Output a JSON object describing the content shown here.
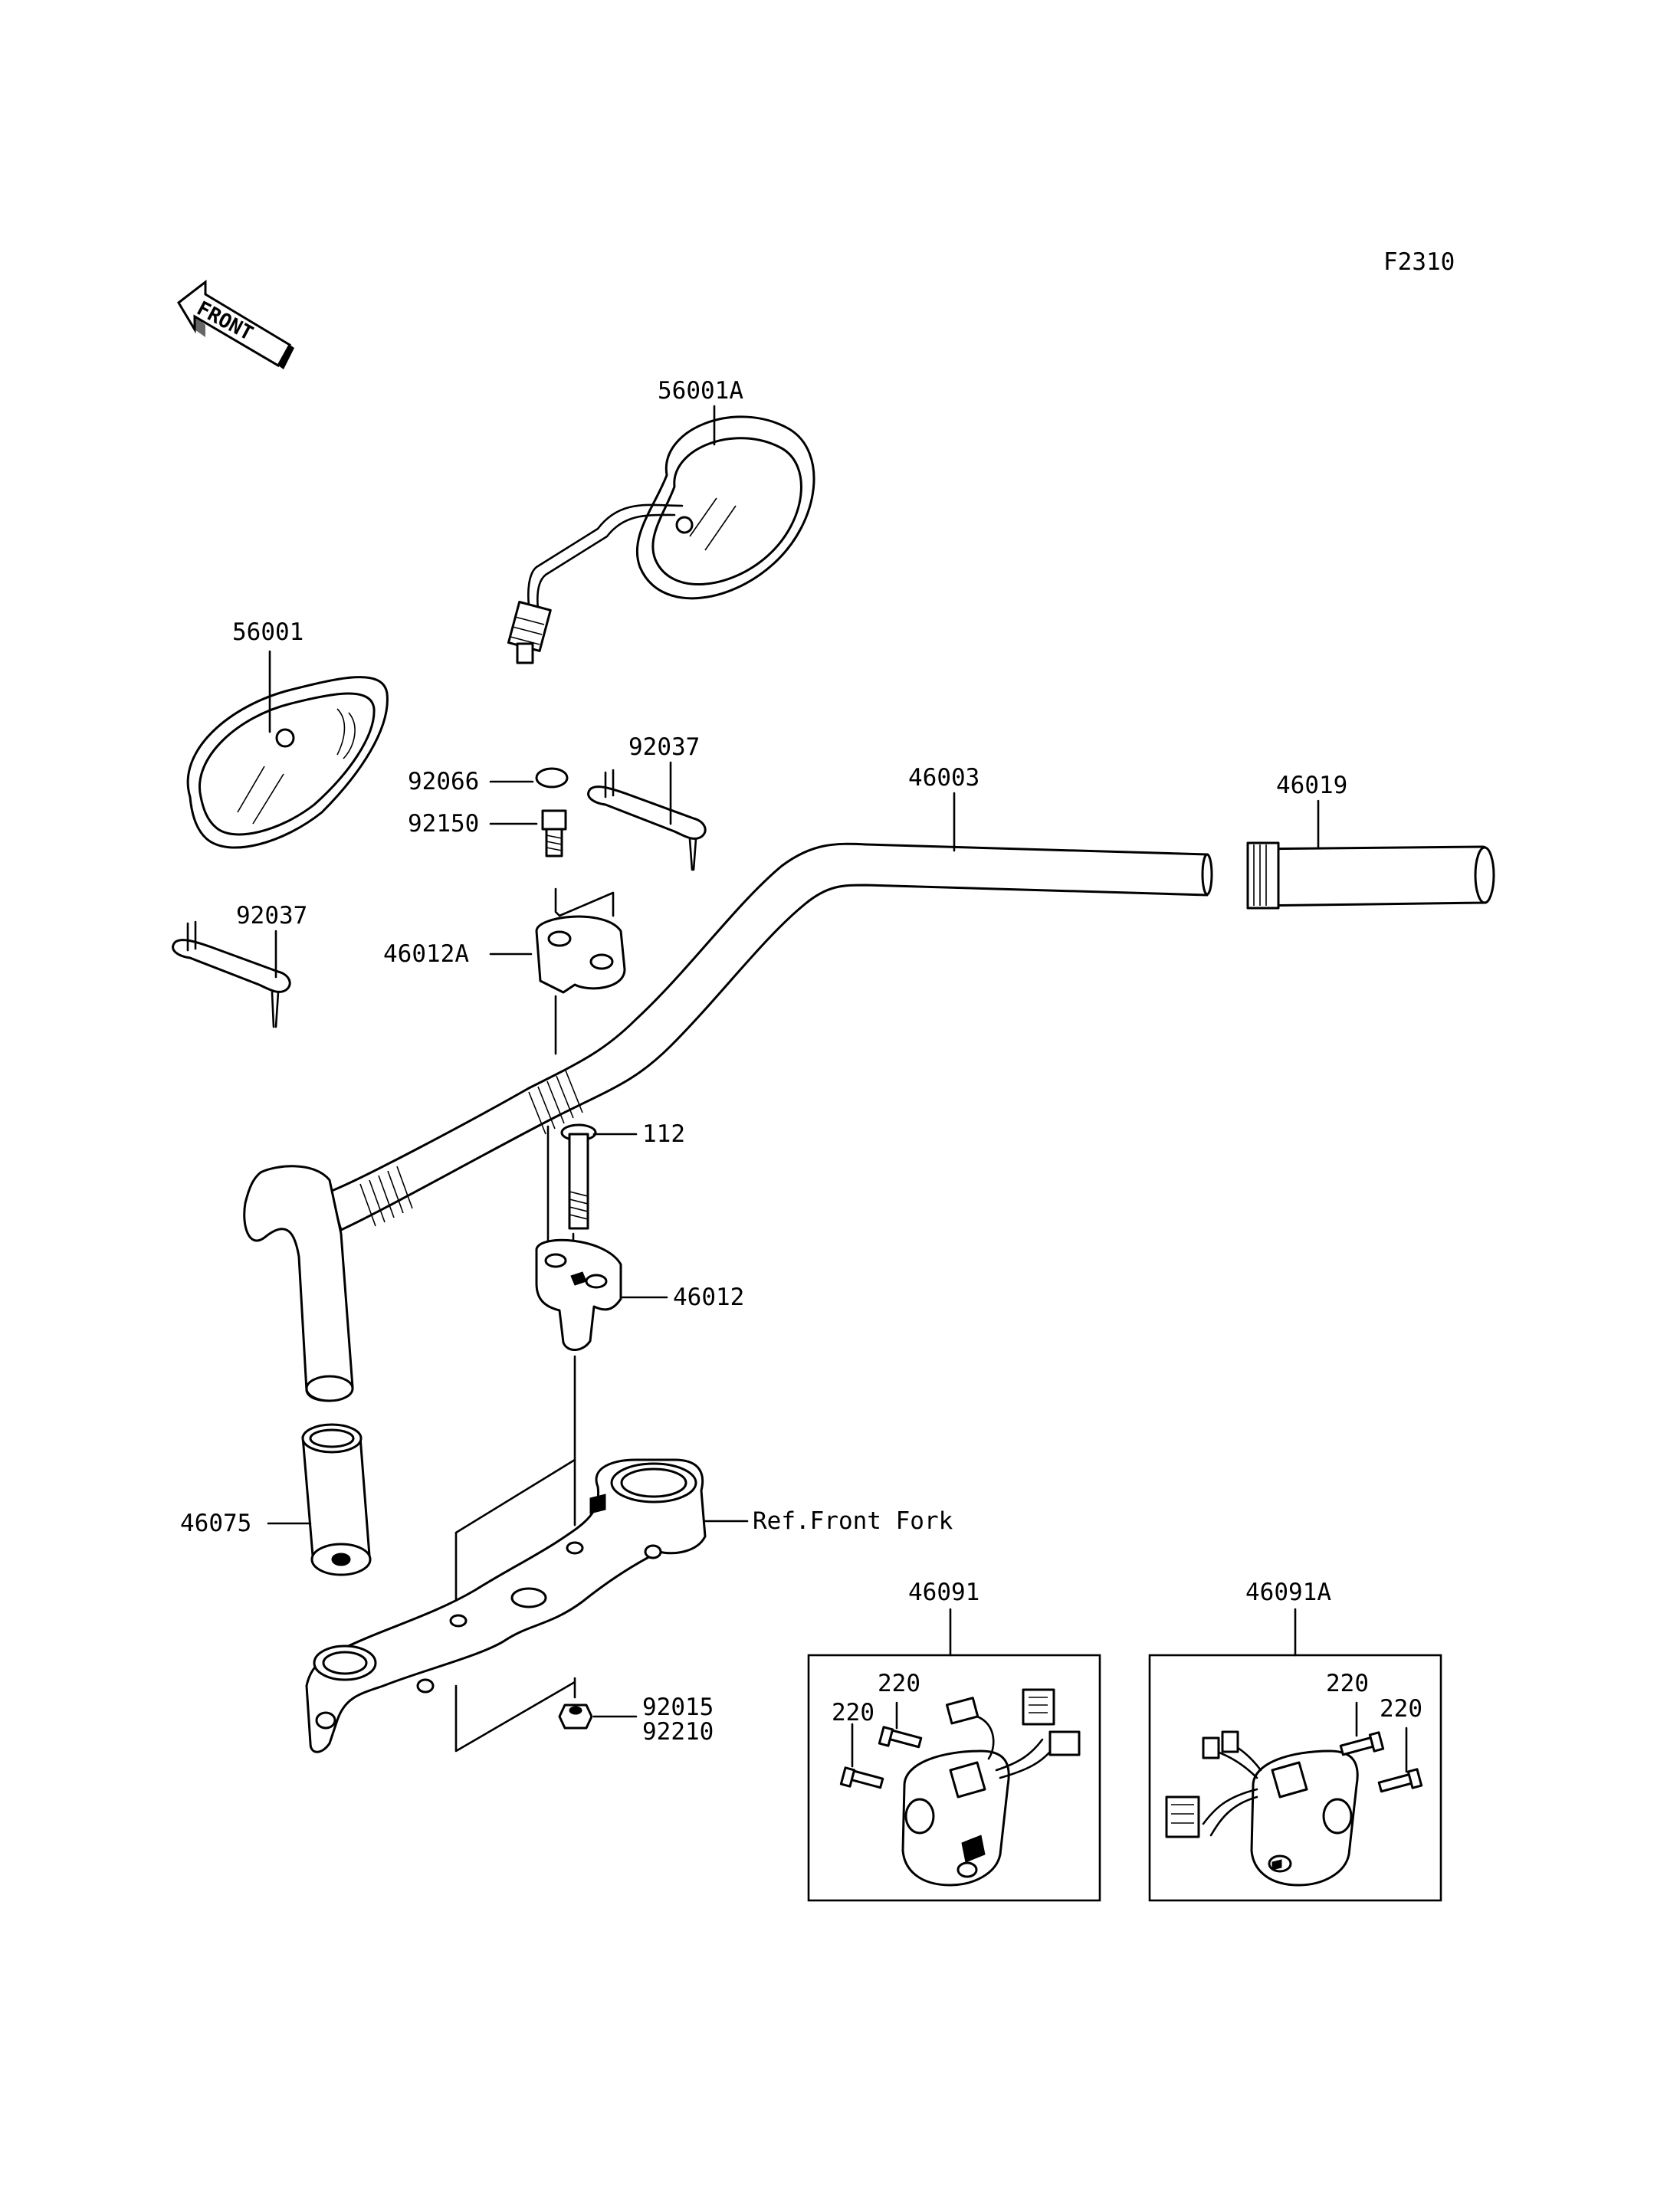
{
  "figure_code": "F2310",
  "front_arrow_label": "FRONT",
  "reference_note": "Ref.Front Fork",
  "callouts": {
    "mirror_right": "56001A",
    "mirror_left": "56001",
    "cap": "92066",
    "mirror_adapter_bolt": "92150",
    "band_upper": "92037",
    "band_left": "92037",
    "handlebar": "46003",
    "grip_throttle": "46019",
    "upper_holder": "46012A",
    "holder_bolt": "112",
    "lower_holder": "46012",
    "grip_left": "46075",
    "collar": "92015",
    "nut": "92210",
    "switch_right": "46091",
    "switch_left": "46091A",
    "screw_r1": "220",
    "screw_r2": "220",
    "screw_l1": "220",
    "screw_l2": "220"
  }
}
